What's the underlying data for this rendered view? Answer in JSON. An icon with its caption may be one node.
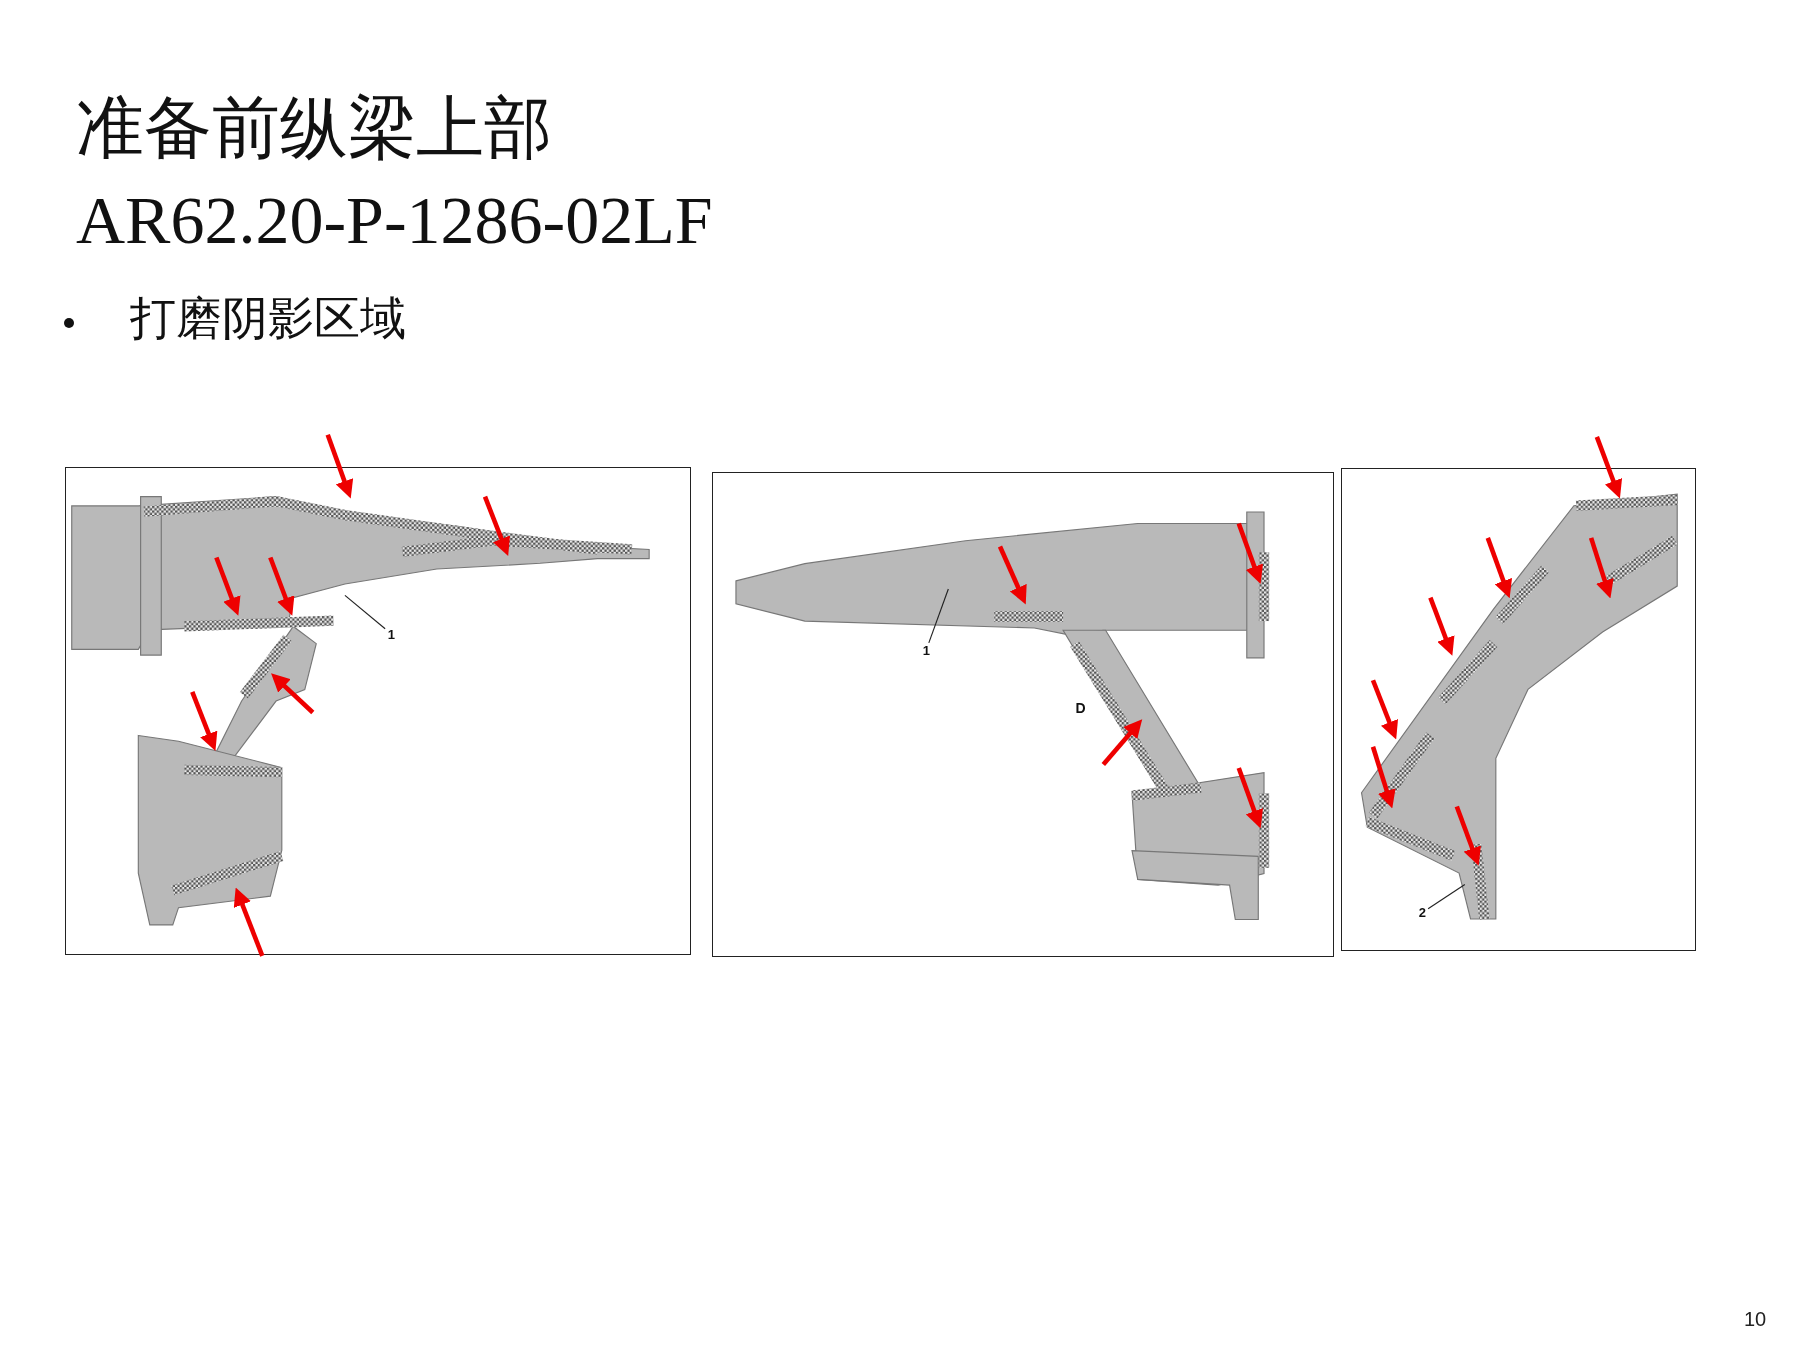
{
  "diagram": {
    "title": "准备前纵梁上部 AR62.20-P-1286-02LF",
    "nodes": [
      {
        "text": [],
        "shape": "picture"
      },
      {
        "text": [],
        "shape": "picture"
      },
      {
        "text": [],
        "shape": "picture"
      },
      {
        "text": [
          "1"
        ],
        "in": 0
      },
      {
        "text": [
          "1"
        ],
        "in": 1
      },
      {
        "text": [
          "2"
        ],
        "in": 2
      }
    ],
    "edges": [
      {
        "from": 3,
        "to": null,
        "arrow": "none"
      },
      {
        "from": 4,
        "to": null,
        "arrow": "none"
      },
      {
        "from": 5,
        "to": null,
        "arrow": "none"
      }
    ],
    "labels": [
      "打磨阴影区域",
      "D",
      "10"
    ]
  }
}
